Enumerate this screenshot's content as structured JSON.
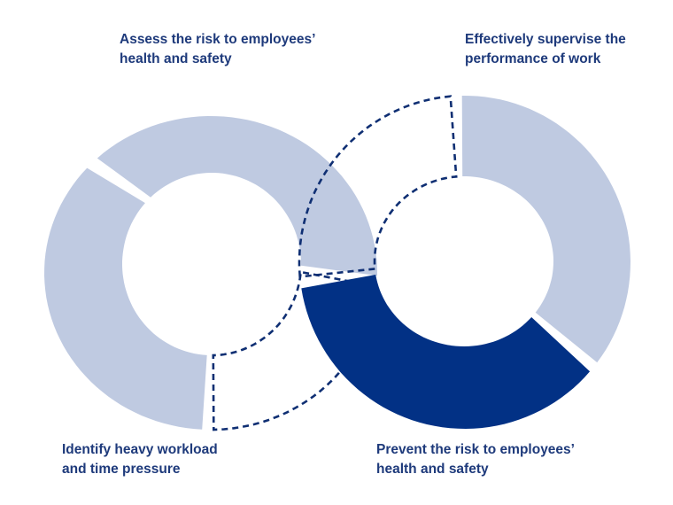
{
  "labels": {
    "assess": {
      "line1": "Assess the risk to employees’",
      "line2": "health and safety"
    },
    "supervise": {
      "line1": "Effectively supervise the",
      "line2": "performance of work"
    },
    "identify": {
      "line1": "Identify heavy workload",
      "line2": "and time pressure"
    },
    "prevent": {
      "line1": "Prevent the risk to employees’",
      "line2": "health and safety"
    }
  },
  "colors": {
    "light_segment": "#bfcae1",
    "active_segment": "#023185",
    "dashed_outline": "#0f2f73",
    "text": "#1e3a7b"
  }
}
